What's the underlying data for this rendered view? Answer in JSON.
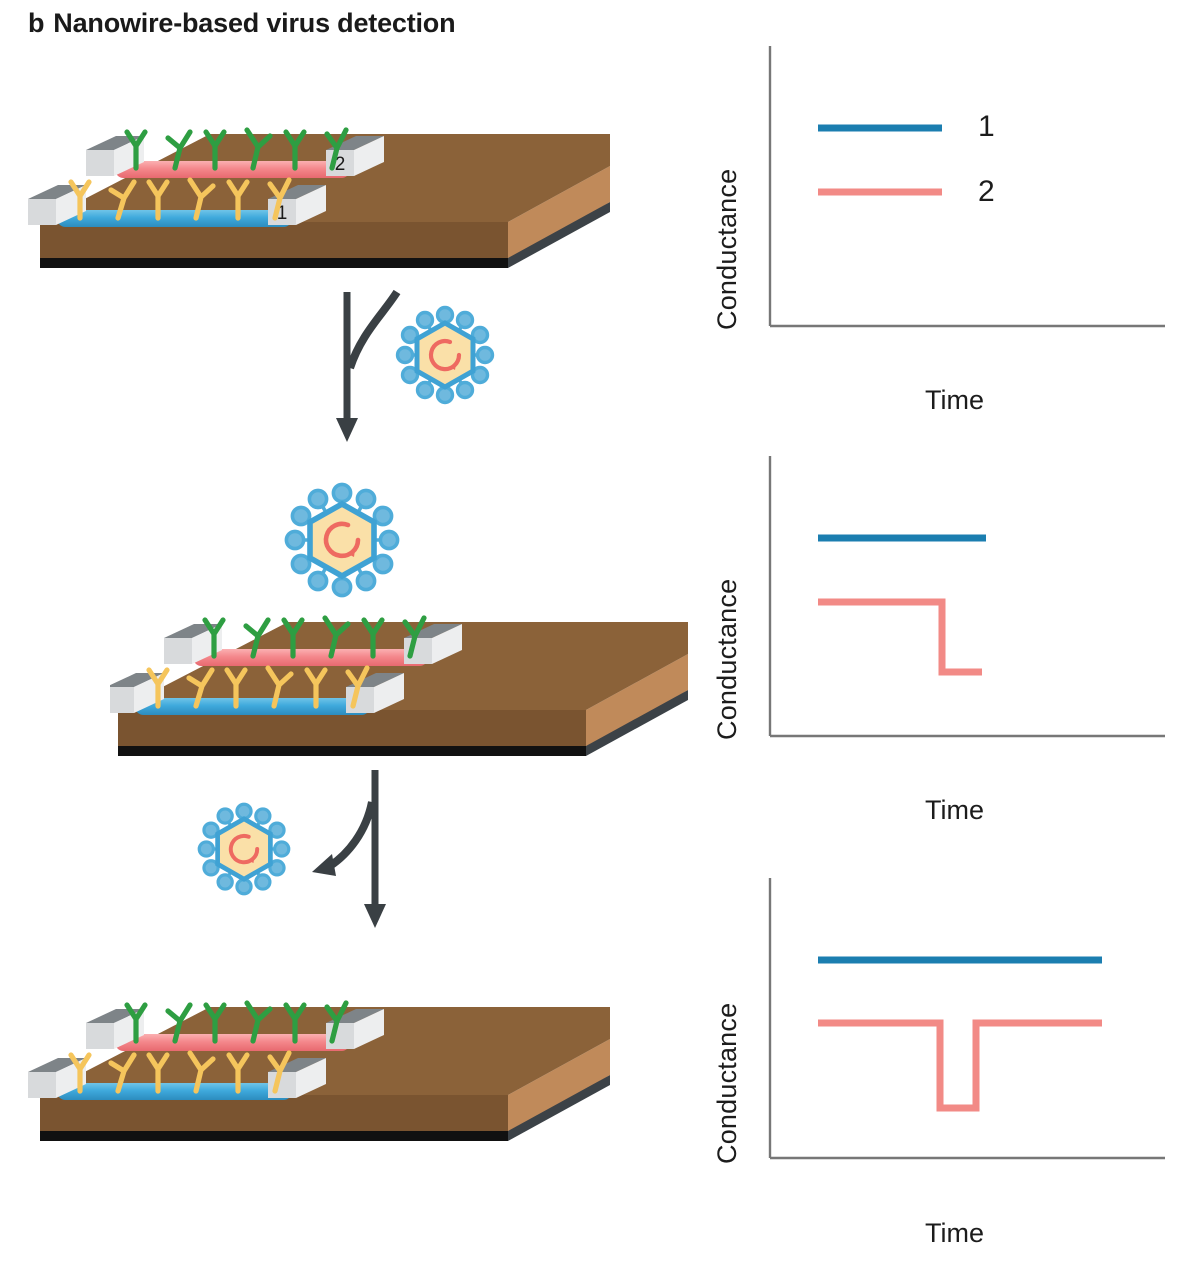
{
  "figure": {
    "panel_letter": "b",
    "title": "Nanowire-based virus detection"
  },
  "colors": {
    "substrate_top": "#8B6239",
    "substrate_front": "#7A5430",
    "substrate_side": "#C08A5A",
    "substrate_base": "#111111",
    "substrate_base_side": "#3C4247",
    "electrode_top": "#7E8488",
    "electrode_face": "#D8DADC",
    "electrode_side": "#EDEEEF",
    "nanowire_1": "#3FA9DC",
    "nanowire_1_shade": "#2C8CBE",
    "nanowire_2": "#F4888C",
    "nanowire_2_shade": "#E8696F",
    "antibody_1": "#F5C55C",
    "antibody_2": "#2E9E42",
    "virus_capsid": "#3FA2D4",
    "virus_interior": "#FAE0A8",
    "virus_rna": "#EE6A61",
    "virus_spike": "#6FB9DE",
    "arrow": "#3A4044",
    "axis": "#777777",
    "line_1": "#1B7EB0",
    "line_2": "#F28A86",
    "text": "#1c1c1c"
  },
  "devices": [
    {
      "stage": "before-binding",
      "electrode_labels": {
        "wire1": "1",
        "wire2": "2"
      },
      "virus_bound": false,
      "antibodies_front": 6,
      "antibodies_back": 6
    },
    {
      "stage": "virus-bound",
      "electrode_labels": {
        "wire1": "",
        "wire2": ""
      },
      "virus_bound": true,
      "antibodies_front": 6,
      "antibodies_back": 6
    },
    {
      "stage": "virus-released",
      "electrode_labels": {
        "wire1": "",
        "wire2": ""
      },
      "virus_bound": false,
      "antibodies_front": 6,
      "antibodies_back": 6
    }
  ],
  "arrows": [
    {
      "name": "binding-arrow",
      "direction": "down",
      "has_branch": true,
      "branch_side": "right"
    },
    {
      "name": "release-arrow",
      "direction": "down",
      "has_branch": true,
      "branch_side": "left"
    }
  ],
  "free_viruses": [
    {
      "name": "free-virus-top",
      "stage": "incoming"
    },
    {
      "name": "free-virus-bottom",
      "stage": "released"
    }
  ],
  "chart_data": [
    {
      "type": "line",
      "title": "",
      "xlabel": "Time",
      "ylabel": "Conductance",
      "xlim": [
        0,
        10
      ],
      "ylim": [
        0,
        10
      ],
      "grid": false,
      "legend": "right",
      "legend_entries": [
        "1",
        "2"
      ],
      "series": [
        {
          "name": "1",
          "color": "#1B7EB0",
          "x": [
            1.6,
            6.6
          ],
          "y": [
            7.1,
            7.1
          ]
        },
        {
          "name": "2",
          "color": "#F28A86",
          "x": [
            1.6,
            6.6
          ],
          "y": [
            4.9,
            4.9
          ]
        }
      ]
    },
    {
      "type": "line",
      "title": "",
      "xlabel": "Time",
      "ylabel": "Conductance",
      "xlim": [
        0,
        10
      ],
      "ylim": [
        0,
        10
      ],
      "grid": false,
      "legend": "none",
      "legend_entries": [],
      "series": [
        {
          "name": "1",
          "color": "#1B7EB0",
          "x": [
            1.6,
            8.0
          ],
          "y": [
            7.1,
            7.1
          ]
        },
        {
          "name": "2",
          "color": "#F28A86",
          "x": [
            1.6,
            6.2,
            6.2,
            7.8
          ],
          "y": [
            4.9,
            4.9,
            2.6,
            2.6
          ]
        }
      ]
    },
    {
      "type": "line",
      "title": "",
      "xlabel": "Time",
      "ylabel": "Conductance",
      "xlim": [
        0,
        10
      ],
      "ylim": [
        0,
        10
      ],
      "grid": false,
      "legend": "none",
      "legend_entries": [],
      "series": [
        {
          "name": "1",
          "color": "#1B7EB0",
          "x": [
            1.6,
            9.4
          ],
          "y": [
            7.1,
            7.1
          ]
        },
        {
          "name": "2",
          "color": "#F28A86",
          "x": [
            1.6,
            6.1,
            6.1,
            7.3,
            7.3,
            9.4
          ],
          "y": [
            4.9,
            4.9,
            2.0,
            2.0,
            4.9,
            4.9
          ]
        }
      ]
    }
  ]
}
